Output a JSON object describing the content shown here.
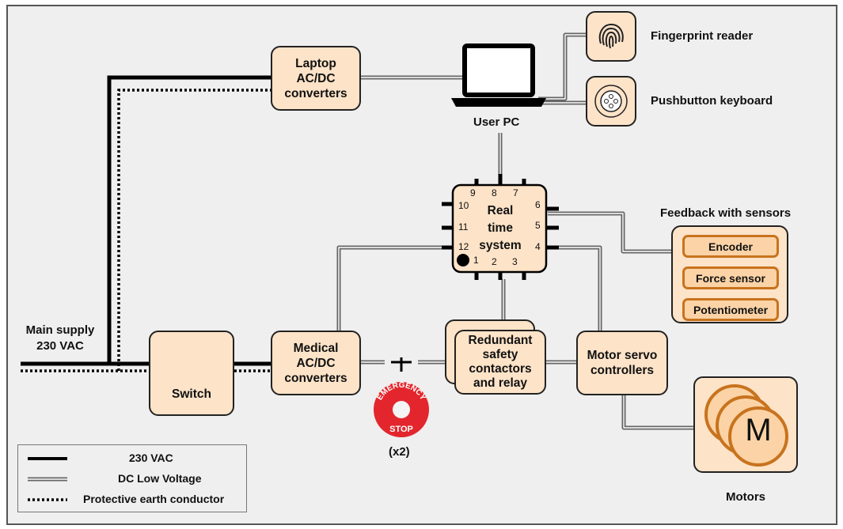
{
  "blocks": {
    "laptop_converters": "Laptop AC/DC converters",
    "user_pc": "User PC",
    "fingerprint_reader": "Fingerprint reader",
    "pushbutton_keyboard": "Pushbutton keyboard",
    "real_time_system": "Real time system",
    "feedback_title": "Feedback with sensors",
    "main_supply": "Main supply 230 VAC",
    "switch": "Switch",
    "medical_converters": "Medical AC/DC converters",
    "redundant_safety": "Redundant safety contactors and relay",
    "motor_servo": "Motor servo controllers",
    "motors": "Motors",
    "motor_symbol": "M",
    "emergency_top": "EMERGENCY",
    "emergency_bottom": "STOP",
    "emergency_count": "(x2)"
  },
  "sensors": [
    "Encoder",
    "Force sensor",
    "Potentiometer"
  ],
  "chip_pins": [
    "1",
    "2",
    "3",
    "4",
    "5",
    "6",
    "7",
    "8",
    "9",
    "10",
    "11",
    "12"
  ],
  "legend": {
    "ac": "230 VAC",
    "dc": "DC Low Voltage",
    "earth": "Protective earth conductor"
  },
  "colors": {
    "block_fill": "#fde3c8",
    "sensor_border": "#c8731e",
    "emergency_red": "#e3262d"
  }
}
